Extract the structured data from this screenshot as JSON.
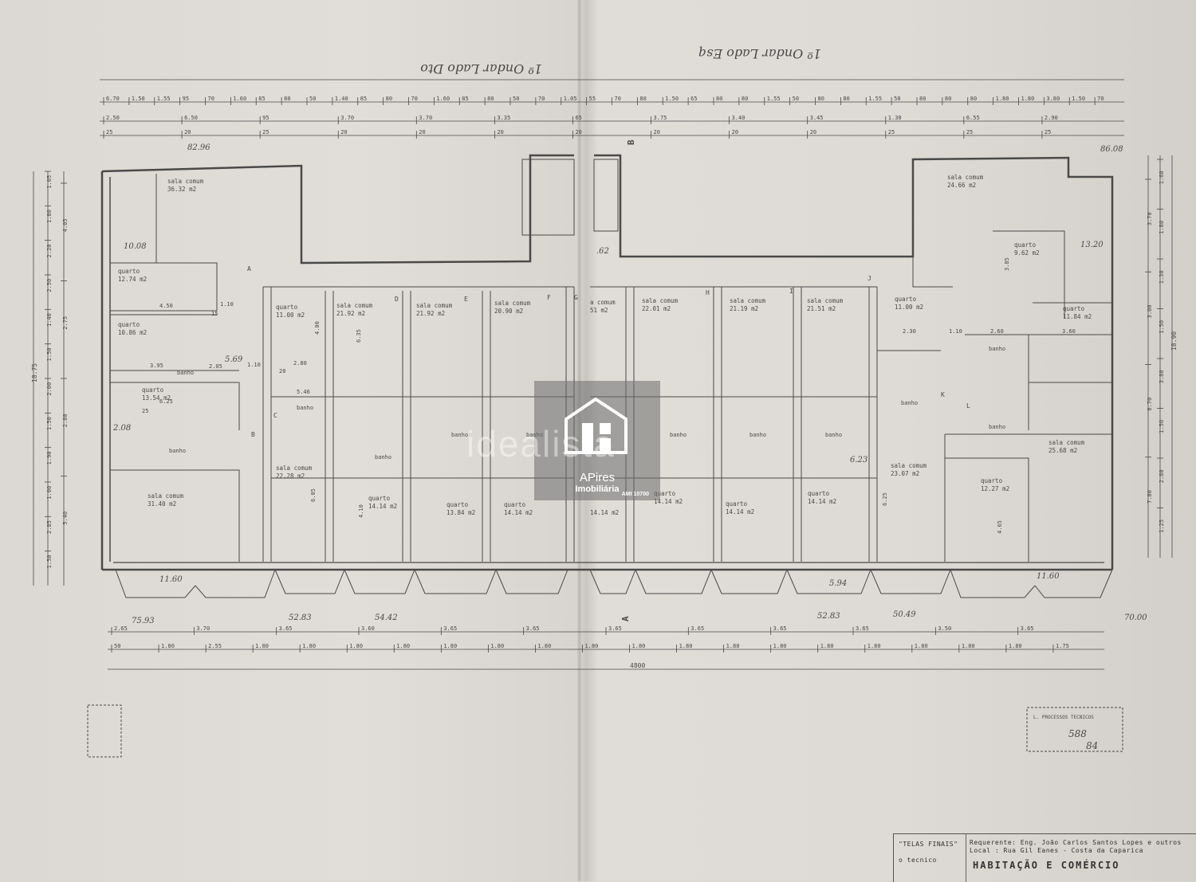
{
  "handwritten": {
    "top_left": "1º Ondar Lado Dto",
    "top_right": "1º Ondar Lado Esq"
  },
  "dimensions": {
    "top_row1": [
      "6.70",
      "1.50",
      "1.55",
      "95",
      "70",
      "1.60",
      "85",
      "80",
      "50",
      "1.40",
      "85",
      "80",
      "70",
      "1.60",
      "85",
      "80",
      "50",
      "70",
      "1.05",
      "55",
      "70",
      "80",
      "1.50",
      "65",
      "80",
      "80",
      "1.55",
      "50",
      "80",
      "80",
      "1.55",
      "50",
      "80",
      "80",
      "80",
      "1.80",
      "1.80",
      "3.80",
      "1.50",
      "70"
    ],
    "top_row2": [
      "2.50",
      "6.50",
      "95",
      "3.70",
      "3.70",
      "3.35",
      "65",
      "3.75",
      "3.40",
      "3.45",
      "1.30",
      "6.55",
      "2.90"
    ],
    "top_row3": [
      "25",
      "20",
      "25",
      "20",
      "20",
      "20",
      "20",
      "20",
      "20",
      "20",
      "25",
      "25",
      "25"
    ],
    "bottom_row1": [
      "2.65",
      "3.70",
      "3.65",
      "3.60",
      "3.65",
      "3.65",
      "3.65",
      "3.65",
      "3.65",
      "3.65",
      "3.50",
      "3.65"
    ],
    "bottom_row2": [
      "50",
      "1.80",
      "2.55",
      "1.80",
      "1.80",
      "1.80",
      "1.80",
      "1.80",
      "1.80",
      "1.80",
      "1.80",
      "1.80",
      "1.80",
      "1.80",
      "1.80",
      "1.80",
      "1.80",
      "1.80",
      "1.80",
      "1.80",
      "1.75"
    ],
    "total_width": "4800",
    "left_col": [
      "1.05",
      "1.80",
      "2.20",
      "2.50",
      "1.40",
      "1.50",
      "2.00",
      "1.50",
      "1.90",
      "1.00",
      "2.85",
      "1.50"
    ],
    "left_col2": [
      "4.05",
      "2.75",
      "2.80",
      "5.40"
    ],
    "left_total": "18.75",
    "right_col": [
      "1.60",
      "1.80",
      "1.30",
      "1.50",
      "3.80",
      "1.50",
      "2.80",
      "1.25"
    ],
    "right_col2": [
      "3.70",
      "3.00",
      "6.70",
      "7.80"
    ],
    "right_total": "18.90"
  },
  "rooms": [
    {
      "id": "r1",
      "name": "sala comum",
      "area": "36.32 m2"
    },
    {
      "id": "r2",
      "name": "quarto",
      "area": "12.74 m2"
    },
    {
      "id": "r3",
      "name": "quarto",
      "area": "10.86 m2"
    },
    {
      "id": "r4",
      "name": "quarto",
      "area": "13.54 m2"
    },
    {
      "id": "r5",
      "name": "sala comum",
      "area": "31.40 m2"
    },
    {
      "id": "r6",
      "name": "quarto",
      "area": "11.00 m2"
    },
    {
      "id": "r7",
      "name": "sala comum",
      "area": "22.28 m2"
    },
    {
      "id": "r8",
      "name": "sala comum",
      "area": "21.92 m2"
    },
    {
      "id": "r9",
      "name": "quarto",
      "area": "14.14 m2"
    },
    {
      "id": "r10",
      "name": "sala comum",
      "area": "21.92 m2"
    },
    {
      "id": "r11",
      "name": "quarto",
      "area": "13.84 m2"
    },
    {
      "id": "r12",
      "name": "sala comum",
      "area": "20.90 m2"
    },
    {
      "id": "r13",
      "name": "quarto",
      "area": "14.14 m2"
    },
    {
      "id": "r14",
      "name": "a comum",
      "area": "51 m2"
    },
    {
      "id": "r15",
      "name": "",
      "area": "14.14 m2"
    },
    {
      "id": "r16",
      "name": "sala comum",
      "area": "22.01 m2"
    },
    {
      "id": "r17",
      "name": "quarto",
      "area": "14.14 m2"
    },
    {
      "id": "r18",
      "name": "sala comum",
      "area": "21.19 m2"
    },
    {
      "id": "r19",
      "name": "quarto",
      "area": "14.14 m2"
    },
    {
      "id": "r20",
      "name": "sala comum",
      "area": "21.51 m2"
    },
    {
      "id": "r21",
      "name": "quarto",
      "area": "14.14 m2"
    },
    {
      "id": "r22",
      "name": "quarto",
      "area": "11.00 m2"
    },
    {
      "id": "r23",
      "name": "sala comum",
      "area": "23.07 m2"
    },
    {
      "id": "r24",
      "name": "sala comum",
      "area": "24.66 m2"
    },
    {
      "id": "r25",
      "name": "quarto",
      "area": "9.62 m2"
    },
    {
      "id": "r26",
      "name": "quarto",
      "area": "11.84 m2"
    },
    {
      "id": "r27",
      "name": "sala comum",
      "area": "25.68 m2"
    },
    {
      "id": "r28",
      "name": "quarto",
      "area": "12.27 m2"
    }
  ],
  "labels": {
    "banho": "banho",
    "wc_area": "5.46",
    "interior_dims": [
      "4.50",
      "1.10",
      "3.95",
      "2.05",
      "1.10",
      "2.80",
      "6.25",
      "4.00",
      "6.35",
      "6.05",
      "4.10",
      "2.30",
      "1.10",
      "2.60",
      "3.60",
      "6.25",
      "4.65",
      "3.85",
      "15",
      "20",
      "25"
    ],
    "facade_left": "11.60",
    "facade_mid": "5.94",
    "facade_right": "11.60",
    "level_82": "82.96",
    "level_86": "86.08",
    "level_10": "10.08",
    "level_13": "13.20",
    "level_75": "75.93",
    "level_52a": "52.83",
    "level_54": "54.42",
    "level_52b": "52.83",
    "level_50": "50.49",
    "level_70": "70.00",
    "level_62": ".62",
    "level_208": "2.08",
    "level_569": "5.69",
    "level_623": "6.23",
    "section_a": "A",
    "section_b": "B",
    "door_letters": [
      "A",
      "B",
      "C",
      "D",
      "E",
      "F",
      "G",
      "H",
      "I",
      "J",
      "K",
      "L"
    ],
    "stamp_num": "588",
    "stamp_num2": "84",
    "stamp_header": "L. PROCESSOS TECNICOS"
  },
  "watermark": {
    "brand": "APires",
    "sub": "Imobiliária",
    "ami": "AMI 10700",
    "overlay": "idealista"
  },
  "title_block": {
    "telas": "\"TELAS FINAIS\"",
    "tecnico": "o tecnico",
    "requerente": "Requerente: Eng. João Carlos Santos Lopes e outros",
    "local": "Local        : Rua Gil Eanes - Costa da Caparica",
    "title": "HABITAÇÃO E COMÉRCIO"
  },
  "colors": {
    "ink": "#4a4a4a",
    "paper": "#dedad5"
  }
}
